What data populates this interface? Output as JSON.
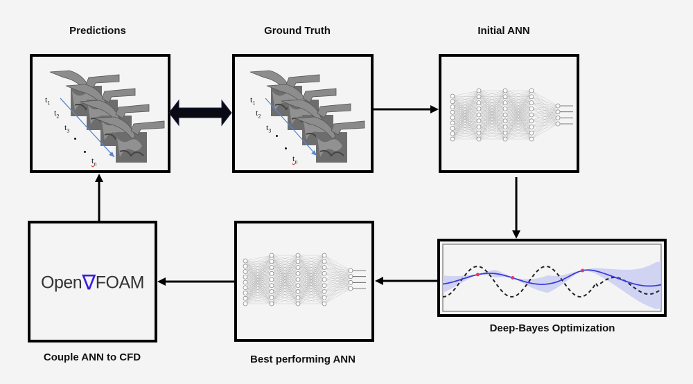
{
  "diagram": {
    "stages": {
      "predictions": {
        "title": "Predictions"
      },
      "ground_truth": {
        "title": "Ground Truth"
      },
      "initial_ann": {
        "title": "Initial ANN"
      },
      "deep_bayes": {
        "title": "Deep-Bayes Optimization"
      },
      "best_ann": {
        "title": "Best performing  ANN"
      },
      "couple_cfd": {
        "title": "Couple ANN to CFD"
      }
    },
    "time_labels": {
      "t1": "t",
      "t1_sub": "1",
      "t2": "t",
      "t2_sub": "2",
      "t3": "t",
      "t3_sub": "3",
      "tn": "t",
      "tn_sub": "n"
    },
    "openfoam_logo": {
      "left": "Open",
      "symbol": "∇",
      "right": "FOAM"
    },
    "edges": [
      {
        "from": "predictions",
        "to": "ground_truth",
        "type": "bidirectional"
      },
      {
        "from": "ground_truth",
        "to": "initial_ann",
        "type": "arrow"
      },
      {
        "from": "initial_ann",
        "to": "deep_bayes",
        "type": "arrow"
      },
      {
        "from": "deep_bayes",
        "to": "best_ann",
        "type": "arrow"
      },
      {
        "from": "best_ann",
        "to": "couple_cfd",
        "type": "arrow"
      },
      {
        "from": "couple_cfd",
        "to": "predictions",
        "type": "arrow"
      }
    ],
    "colors": {
      "gp_mean": "#3a3ae0",
      "gp_band": "#c9cdf0",
      "objective": "#222222",
      "samples": "#e03a6a",
      "time_arrow": "#5b86c8",
      "nabla": "#3a1ee0"
    },
    "ann": {
      "layers": [
        9,
        9,
        9,
        9,
        4
      ]
    }
  }
}
